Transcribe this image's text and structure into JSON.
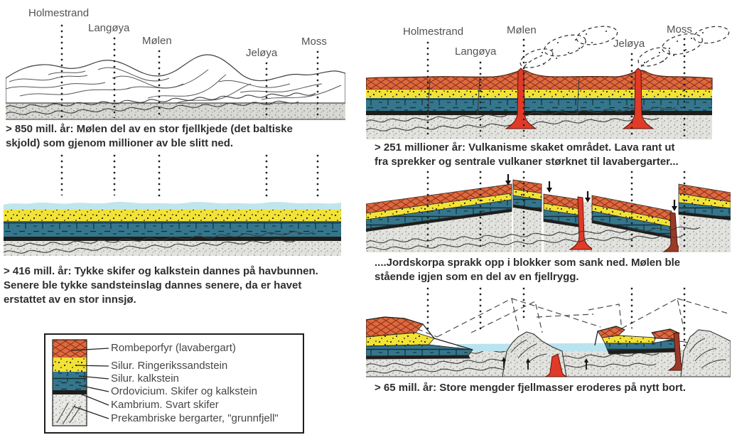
{
  "locations": [
    "Holmestrand",
    "Langøya",
    "Mølen",
    "Jeløya",
    "Moss"
  ],
  "captions": {
    "y850": "> 850 mill. år: Mølen del av en stor fjellkjede (det baltiske\nskjold) som gjenom millioner av ble slitt ned.",
    "y416": "> 416 mill. år: Tykke skifer og kalkstein dannes på havbunnen.\nSenere ble tykke sandsteinslag dannes senere, da er havet\nerstattet av en stor innsjø.",
    "y251": "> 251 millioner år: Vulkanisme skaket området. Lava rant ut\nfra sprekker og sentrale vulkaner størknet til lavabergarter...",
    "faulting": "....Jordskorpa sprakk opp i blokker som sank ned. Mølen ble\nstående igjen som en del av en fjellrygg.",
    "y65": "> 65 mill. år: Store mengder fjellmasser eroderes på nytt bort."
  },
  "legend": {
    "items": [
      "Rombeporfyr (lavabergart)",
      "Silur. Ringerikssandstein",
      "Silur. kalkstein",
      "Ordovicium. Skifer og kalkstein",
      "Kambrium. Svart skifer",
      "Prekambriske bergarter, \"grunnfjell\""
    ]
  },
  "palette": {
    "rombeporfyr_orange": "#e0683f",
    "sandstone_yellow": "#f2e235",
    "limestone_teal": "#35768c",
    "black_shale": "#1d1d1b",
    "water_cyan": "#bfe6ec",
    "basement_gray": "#e2e2de",
    "lava_red": "#e23a28",
    "dark_lava_maroon": "#9a3a28",
    "caption_text": "#2e2e2e",
    "label_text": "#535353"
  }
}
